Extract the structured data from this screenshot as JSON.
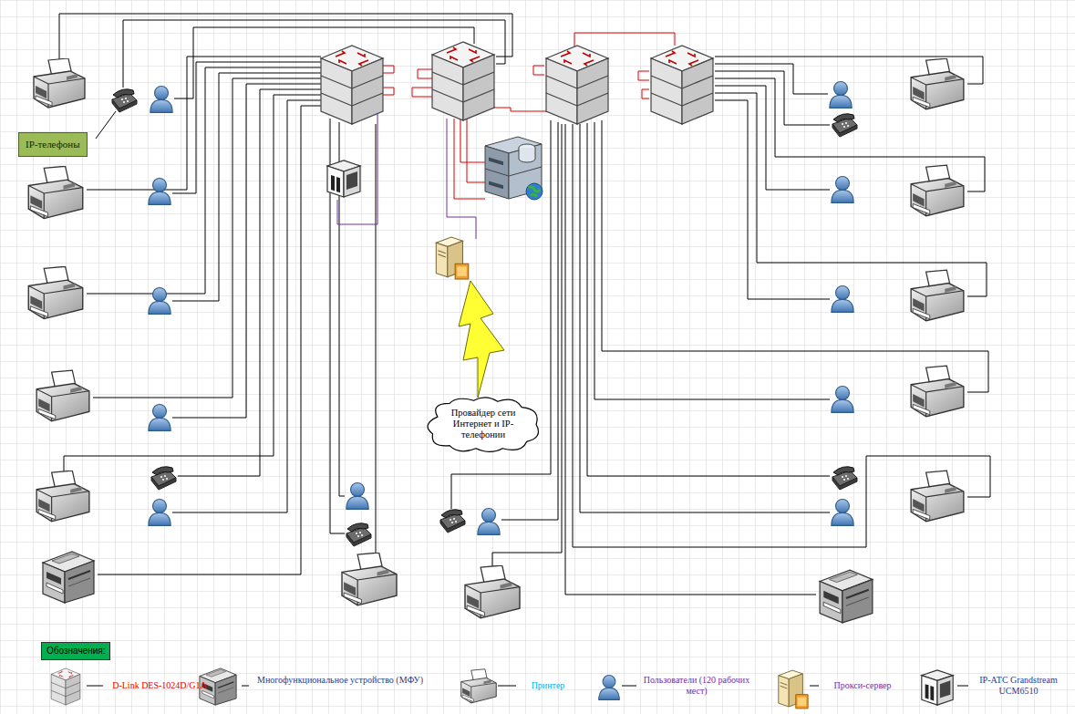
{
  "diagram": {
    "nodes": [
      {
        "text": [
          "IP-телефоны"
        ]
      },
      {
        "text": [
          "Провайдер сети Интернет и IP-телефонии"
        ]
      },
      {
        "text": [
          "Обозначения:"
        ]
      }
    ],
    "legend": [
      {
        "text": "D-Link DES-1024D/G1A"
      },
      {
        "text": "Многофункциональное устройство (МФУ)"
      },
      {
        "text": "Принтер"
      },
      {
        "text": "Пользователи (120 рабочих мест)"
      },
      {
        "text": "Прокси-сервер"
      },
      {
        "text": "IP-АТС Grandstream UCM6510"
      }
    ]
  }
}
